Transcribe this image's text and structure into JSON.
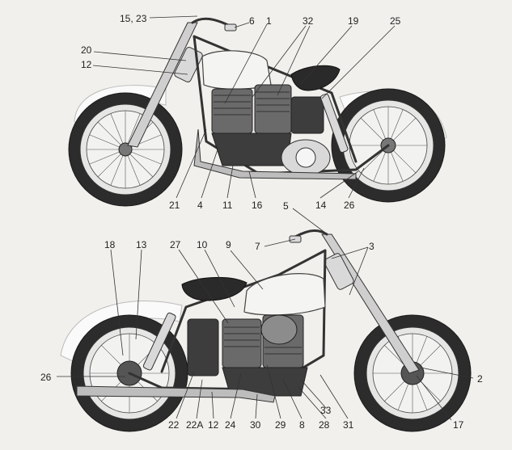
{
  "callouts": {
    "top": [
      "15, 23",
      "6",
      "1",
      "32",
      "19",
      "25",
      "20",
      "12",
      "21",
      "4",
      "11",
      "16",
      "14",
      "26"
    ],
    "bottom": [
      "5",
      "7",
      "3",
      "18",
      "13",
      "27",
      "10",
      "9",
      "26",
      "2",
      "22",
      "22A",
      "12",
      "24",
      "30",
      "29",
      "8",
      "28",
      "33",
      "31",
      "17"
    ]
  }
}
